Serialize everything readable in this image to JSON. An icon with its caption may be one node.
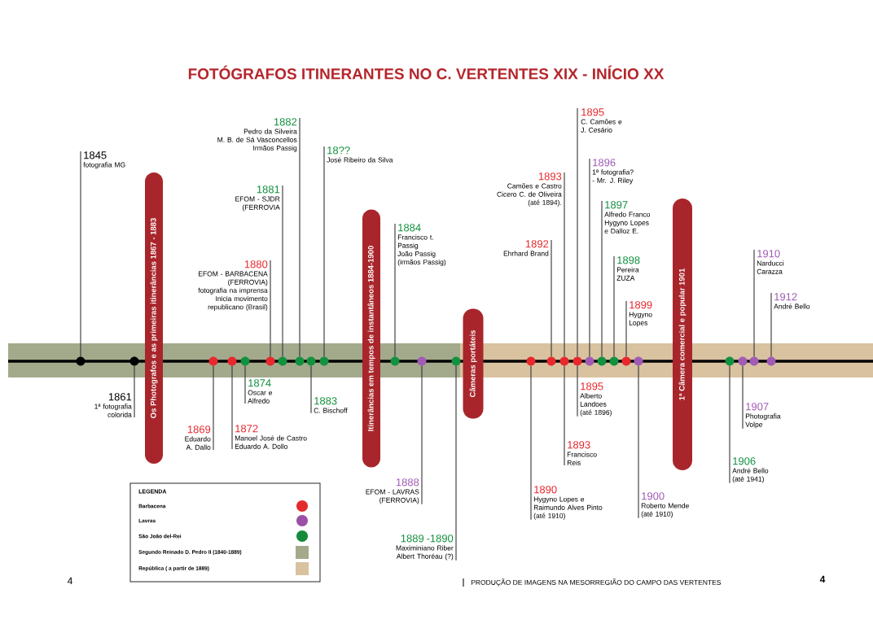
{
  "diagram": {
    "title": "FOTÓGRAFOS ITINERANTES NO C. VERTENTES XIX - INÍCIO XX",
    "nodes": [
      {
        "text": [
          "1845",
          "fotografia MG"
        ]
      },
      {
        "text": [
          "1861",
          "1ª fotografia colorida"
        ]
      },
      {
        "text": [
          "1869",
          "Eduardo A. Dallo"
        ]
      },
      {
        "text": [
          "1872",
          "Manoel José de Castro",
          "Eduardo A. Dollo"
        ]
      },
      {
        "text": [
          "1874",
          "Oscar e Alfredo"
        ]
      },
      {
        "text": [
          "1880",
          "EFOM - BARBACENA (FERROVIA)",
          "fotografia na imprensa",
          "Inicia movimento republicano (Brasil)"
        ]
      },
      {
        "text": [
          "1881",
          "EFOM - SJDR (FERROVIA"
        ]
      },
      {
        "text": [
          "1882",
          "Pedro da Silveira",
          "M. B. de Sá Vasconcellos",
          "Irmãos Passig"
        ]
      },
      {
        "text": [
          "1883",
          "C. Bischoff"
        ]
      },
      {
        "text": [
          "18??",
          "José Ribeiro da Silva"
        ]
      },
      {
        "text": [
          "1884",
          "Francisco t. Passig",
          "João Passig",
          "(irmãos Passig)"
        ]
      },
      {
        "text": [
          "1888",
          "EFOM - LAVRAS (FERROVIA)"
        ]
      },
      {
        "text": [
          "1889 -1890",
          "Maximiniano Riber",
          "Albert Thoréau (?)"
        ]
      },
      {
        "text": [
          "1890",
          "Hygyno Lopes e Raimundo Alves Pinto",
          "(até 1910)"
        ]
      },
      {
        "text": [
          "1892",
          "Ehrhard Brand"
        ]
      },
      {
        "text": [
          "1893",
          "Camões e Castro",
          "Cicero C. de Oliveira",
          "(até 1894)."
        ]
      },
      {
        "text": [
          "1893",
          "Francisco Reis"
        ]
      },
      {
        "text": [
          "1895",
          "C. Camões e J. Cesário"
        ]
      },
      {
        "text": [
          "1895",
          "Alberto Landoes",
          "(até 1896)"
        ]
      },
      {
        "text": [
          "1896",
          "1ª fotografia?",
          "- Mr. J. Riley"
        ]
      },
      {
        "text": [
          "1897",
          "Alfredo Franco",
          "Hygyno Lopes",
          "e Dalloz E."
        ]
      },
      {
        "text": [
          "1898",
          "Pereira ZUZA"
        ]
      },
      {
        "text": [
          "1899",
          "Hygyno Lopes"
        ]
      },
      {
        "text": [
          "1900",
          "Roberto Mende",
          "(até 1910)"
        ]
      },
      {
        "text": [
          "1906",
          "André Bello",
          "(até 1941)"
        ]
      },
      {
        "text": [
          "1907",
          "Photografia Volpe"
        ]
      },
      {
        "text": [
          "1910",
          "Narducci Carazza"
        ]
      },
      {
        "text": [
          "1912",
          "André Bello"
        ]
      },
      {
        "text": [],
        "shape": "circle"
      },
      {
        "text": [],
        "shape": "circle"
      },
      {
        "text": [],
        "shape": "circle"
      },
      {
        "text": [],
        "shape": "circle"
      },
      {
        "text": [],
        "shape": "circle"
      },
      {
        "text": [],
        "shape": "circle"
      },
      {
        "text": [],
        "shape": "circle"
      },
      {
        "text": [],
        "shape": "circle"
      },
      {
        "text": [],
        "shape": "circle"
      },
      {
        "text": [],
        "shape": "circle"
      },
      {
        "text": [],
        "shape": "circle"
      },
      {
        "text": [],
        "shape": "circle"
      },
      {
        "text": [],
        "shape": "circle"
      },
      {
        "text": [],
        "shape": "circle"
      },
      {
        "text": [],
        "shape": "circle"
      },
      {
        "text": [],
        "shape": "circle"
      },
      {
        "text": [],
        "shape": "circle"
      },
      {
        "text": [],
        "shape": "circle"
      },
      {
        "text": [],
        "shape": "circle"
      },
      {
        "text": [],
        "shape": "circle"
      },
      {
        "text": [],
        "shape": "circle"
      },
      {
        "text": [],
        "shape": "circle"
      },
      {
        "text": [],
        "shape": "circle"
      },
      {
        "text": [],
        "shape": "circle"
      },
      {
        "text": [],
        "shape": "circle"
      },
      {
        "text": [],
        "shape": "circle"
      },
      {
        "text": [
          "Os Photografos e as primeiras itinerâncias 1867 - 1883"
        ]
      },
      {
        "text": [
          "Itinerâncias em tempos de instantâneos 1884-1900"
        ]
      },
      {
        "text": [
          "Câmeras portáteis"
        ]
      },
      {
        "text": [
          "1ª Câmera comercial e popular 1901"
        ]
      }
    ],
    "edges": [
      {
        "from": 0,
        "to": 28,
        "arrow": "none"
      },
      {
        "from": 1,
        "to": 29,
        "arrow": "none"
      },
      {
        "from": 2,
        "to": 30,
        "arrow": "none"
      },
      {
        "from": 3,
        "to": 31,
        "arrow": "none"
      },
      {
        "from": 4,
        "to": 32,
        "arrow": "none"
      },
      {
        "from": 5,
        "to": 33,
        "arrow": "none"
      },
      {
        "from": 6,
        "to": 34,
        "arrow": "none"
      },
      {
        "from": 7,
        "to": 35,
        "arrow": "none"
      },
      {
        "from": 8,
        "to": 36,
        "arrow": "none"
      },
      {
        "from": 9,
        "to": 37,
        "arrow": "none"
      },
      {
        "from": 10,
        "to": 38,
        "arrow": "none"
      },
      {
        "from": 11,
        "to": 39,
        "arrow": "none"
      },
      {
        "from": 12,
        "to": 40,
        "arrow": "none"
      },
      {
        "from": 13,
        "to": 41,
        "arrow": "none"
      },
      {
        "from": 14,
        "to": 42,
        "arrow": "none"
      },
      {
        "from": 15,
        "to": 43,
        "arrow": "none"
      },
      {
        "from": 16,
        "to": 43,
        "arrow": "none"
      },
      {
        "from": 17,
        "to": 44,
        "arrow": "none"
      },
      {
        "from": 18,
        "to": 44,
        "arrow": "none"
      },
      {
        "from": 19,
        "to": 45,
        "arrow": "none"
      },
      {
        "from": 20,
        "to": 46,
        "arrow": "none"
      },
      {
        "from": 21,
        "to": 47,
        "arrow": "none"
      },
      {
        "from": 22,
        "to": 48,
        "arrow": "none"
      },
      {
        "from": 23,
        "to": 49,
        "arrow": "none"
      },
      {
        "from": 24,
        "to": 50,
        "arrow": "none"
      },
      {
        "from": 25,
        "to": 51,
        "arrow": "none"
      },
      {
        "from": 26,
        "to": 52,
        "arrow": "none"
      },
      {
        "from": 27,
        "to": 53,
        "arrow": "none"
      }
    ],
    "labels": [
      "LEGENDA",
      "4",
      "PRODUÇÃO DE IMAGENS NA MESORREGIÃO DO CAMPO DAS VERTENTES",
      "4"
    ],
    "legend": [
      {
        "text": "Barbacena",
        "color": "#e32b2b"
      },
      {
        "text": "Lavras",
        "color": "#9b4fa6"
      },
      {
        "text": "São João del-Rei",
        "color": "#138a3c"
      },
      {
        "text": "Segundo Reinado D. Pedro II (1840-1889)",
        "color": "#a3aa8c"
      },
      {
        "text": "República ( a partir de 1889)",
        "color": "#d9c2a0"
      }
    ]
  }
}
